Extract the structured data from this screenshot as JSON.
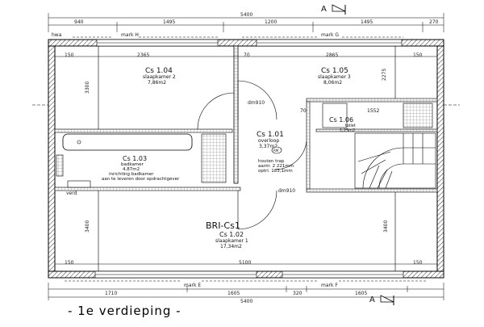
{
  "section_marker": "A",
  "dims_top": [
    "940",
    "1495",
    "1200",
    "1495",
    "270"
  ],
  "dim_top_total": "5400",
  "dims_bottom": [
    "1710",
    "1605",
    "320",
    "1605"
  ],
  "dim_bottom_total": "5400",
  "edge_dims": {
    "top_left": "150",
    "top_right": "150",
    "top_mid_left": "2365",
    "top_mid_right": "2865",
    "top_70": "70",
    "bottom_left": "150",
    "bottom_right": "150",
    "bottom_mid": "5100",
    "side_left_upper": "3300",
    "side_right_upper": "2275",
    "side_left_lower": "3400",
    "side_right_lower": "3400"
  },
  "marks": {
    "hwa": "hwa",
    "mark_h": "mark H",
    "mark_g": "mark G",
    "mark_e": "mark E",
    "mark_f": "mark F"
  },
  "rooms": [
    {
      "code": "Cs 1.04",
      "name": "slaapkamer 2",
      "area": "7,86m2"
    },
    {
      "code": "Cs 1.05",
      "name": "slaapkamer 3",
      "area": "8,06m2"
    },
    {
      "code": "Cs 1.01",
      "name": "overloop",
      "area": "3,37m2"
    },
    {
      "code": "Cs 1.06",
      "name": "toilet",
      "area": "1,25m2"
    },
    {
      "code": "Cs 1.03",
      "name": "badkamer",
      "area": "4,87m2"
    },
    {
      "code": "Cs 1.02",
      "name": "slaapkamer 1",
      "area": "17,34m2"
    }
  ],
  "bathroom_notes": [
    "inrichting badkamer",
    "aan te leveren door opdrachtgever"
  ],
  "stair_notes": [
    "houten trap",
    "aantr. 2 221mm",
    "optrl. 183,1mm"
  ],
  "door_labels": {
    "dm_upper": "dm910",
    "dm_lower": "dm910",
    "d70": "70",
    "toilet_door": "1552"
  },
  "verd_label": "verd",
  "apartment_label": "BRI-Cs1",
  "rm_label": "RM",
  "caption": "- 1e verdieping -"
}
